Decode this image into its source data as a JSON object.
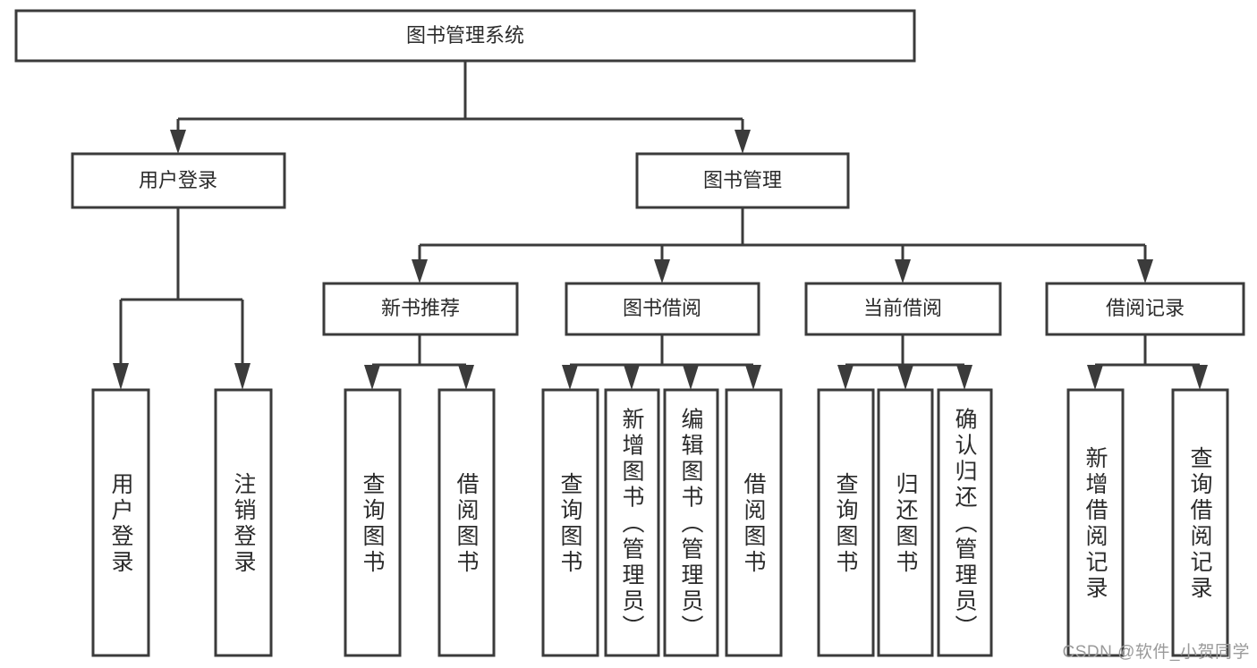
{
  "diagram": {
    "type": "tree-hierarchy-flowchart",
    "title": "图书管理系统",
    "root": {
      "id": "root",
      "label": "图书管理系统",
      "orientation": "horizontal"
    },
    "level2": [
      {
        "id": "user-login",
        "label": "用户登录",
        "orientation": "horizontal"
      },
      {
        "id": "book-manage",
        "label": "图书管理",
        "orientation": "horizontal"
      }
    ],
    "level3": [
      {
        "id": "new-book-recommend",
        "label": "新书推荐",
        "orientation": "horizontal"
      },
      {
        "id": "book-borrow",
        "label": "图书借阅",
        "orientation": "horizontal"
      },
      {
        "id": "current-borrow",
        "label": "当前借阅",
        "orientation": "horizontal"
      },
      {
        "id": "borrow-record",
        "label": "借阅记录",
        "orientation": "horizontal"
      }
    ],
    "leaves": [
      {
        "id": "leaf-user-login",
        "label": "用户登录",
        "parent": "user-login",
        "orientation": "vertical"
      },
      {
        "id": "leaf-user-logout",
        "label": "注销登录",
        "parent": "user-login",
        "orientation": "vertical"
      },
      {
        "id": "leaf-query-book-1",
        "label": "查询图书",
        "parent": "new-book-recommend",
        "orientation": "vertical"
      },
      {
        "id": "leaf-borrow-book-1",
        "label": "借阅图书",
        "parent": "new-book-recommend",
        "orientation": "vertical"
      },
      {
        "id": "leaf-query-book-2",
        "label": "查询图书",
        "parent": "book-borrow",
        "orientation": "vertical"
      },
      {
        "id": "leaf-add-book",
        "label": "新增图书（管理员）",
        "parent": "book-borrow",
        "orientation": "vertical"
      },
      {
        "id": "leaf-edit-book",
        "label": "编辑图书（管理员）",
        "parent": "book-borrow",
        "orientation": "vertical"
      },
      {
        "id": "leaf-borrow-book-2",
        "label": "借阅图书",
        "parent": "book-borrow",
        "orientation": "vertical"
      },
      {
        "id": "leaf-query-book-3",
        "label": "查询图书",
        "parent": "current-borrow",
        "orientation": "vertical"
      },
      {
        "id": "leaf-return-book",
        "label": "归还图书",
        "parent": "current-borrow",
        "orientation": "vertical"
      },
      {
        "id": "leaf-confirm-return",
        "label": "确认归还（管理员）",
        "parent": "current-borrow",
        "orientation": "vertical"
      },
      {
        "id": "leaf-add-record",
        "label": "新增借阅记录",
        "parent": "borrow-record",
        "orientation": "vertical"
      },
      {
        "id": "leaf-query-record",
        "label": "查询借阅记录",
        "parent": "borrow-record",
        "orientation": "vertical"
      }
    ],
    "colors": {
      "stroke": "#3b3b3b",
      "fill": "#ffffff",
      "text": "#2b2b2b",
      "watermark": "#9a9a9a",
      "background": "#ffffff"
    }
  },
  "watermark": {
    "text": "CSDN @软件_小贺同学"
  }
}
